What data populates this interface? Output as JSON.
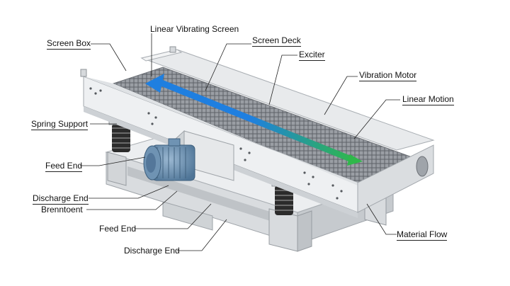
{
  "labels": {
    "linear_vibrating_screen": "Linear Vibrating Screen",
    "screen_box": "Screen Box",
    "screen_deck": "Screen Deck",
    "exciter": "Exciter",
    "vibration_motor": "Vibration Motor",
    "linear_motion": "Linear Motion",
    "spring_support": "Spring Support",
    "feed_end_left": "Feed End",
    "discharge_end_left": "Discharge End",
    "brenntoent": "Brenntoent",
    "feed_end_bottom": "Feed End",
    "discharge_end_bottom": "Discharge End",
    "material_flow": "Material Flow"
  },
  "colors": {
    "frame": "#e4e6e8",
    "frame_shade": "#c9ccd0",
    "mesh": "#8c9096",
    "motor": "#6f93b3",
    "arrow_blue": "#1f7fe0",
    "arrow_green": "#2fb84a",
    "spring": "#2b2b2b"
  }
}
